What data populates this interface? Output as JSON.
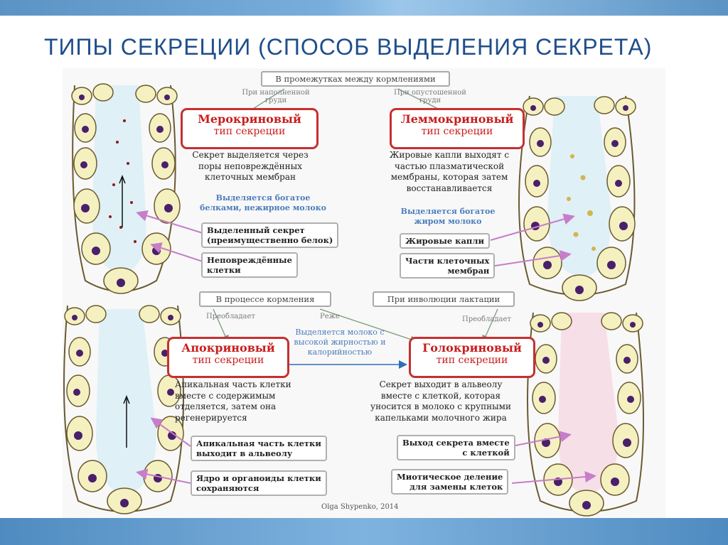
{
  "title": "ТИПЫ СЕКРЕЦИИ (СПОСОБ ВЫДЕЛЕНИЯ СЕКРЕТА)",
  "time_labels": {
    "between_feedings": "В промежутках между кормлениями",
    "during_feeding": "В процессе кормления",
    "involution": "При инволюции лактации"
  },
  "small_labels": {
    "full_breast_1": "При наполненной",
    "full_breast_2": "груди",
    "empty_breast_1": "При опустошенной",
    "empty_breast_2": "груди",
    "predominates_left": "Преобладает",
    "rarely": "Реже",
    "predominates_right": "Преобладает"
  },
  "merocrine": {
    "name": "Мерокриновый",
    "subtitle": "тип секреции",
    "desc": [
      "Секрет выделяется через",
      "поры неповреждённых",
      "клеточных мембран"
    ],
    "note": [
      "Выделяется богатое",
      "белками, нежирное молоко"
    ],
    "callout1": [
      "Выделенный секрет",
      "(преимущественно белок)"
    ],
    "callout2": [
      "Неповреждённые",
      "клетки"
    ]
  },
  "lemmocrine": {
    "name": "Леммокриновый",
    "subtitle": "тип секреции",
    "desc": [
      "Жировые капли выходят с",
      "частью плазматической",
      "мембраны, которая затем",
      "восстанавливается"
    ],
    "note": [
      "Выделяется богатое",
      "жиром молоко"
    ],
    "callout1": [
      "Жировые капли"
    ],
    "callout2": [
      "Части клеточных",
      "мембран"
    ]
  },
  "apocrine": {
    "name": "Апокриновый",
    "subtitle": "тип секреции",
    "desc": [
      "Апикальная часть клетки",
      "вместе с содержимым",
      "отделяется, затем она",
      "регенерируется"
    ],
    "callout1": [
      "Апикальная часть клетки",
      "выходит в альвеолу"
    ],
    "callout2": [
      "Ядро и органоиды клетки",
      "сохраняются"
    ]
  },
  "holocrine": {
    "name": "Голокриновый",
    "subtitle": "тип секреции",
    "desc": [
      "Секрет выходит в альвеолу",
      "вместе с клеткой, которая",
      "уносится в молоко с крупными",
      "капельками молочного жира"
    ],
    "callout1": [
      "Выход секрета вместе",
      "с клеткой"
    ],
    "callout2": [
      "Миотическое деление",
      "для замены клеток"
    ]
  },
  "middle_note": [
    "Выделяется молоко с",
    "высокой жирностью и",
    "калорийностью"
  ],
  "credit": "Olga Shypenko, 2014",
  "colors": {
    "title": "#1f4e8a",
    "type_red": "#c81e1e",
    "note_blue": "#4b7dbd",
    "cell_fill": "#f5f0c0",
    "nucleus": "#4a1f6b",
    "pointer": "#c77dc9"
  }
}
